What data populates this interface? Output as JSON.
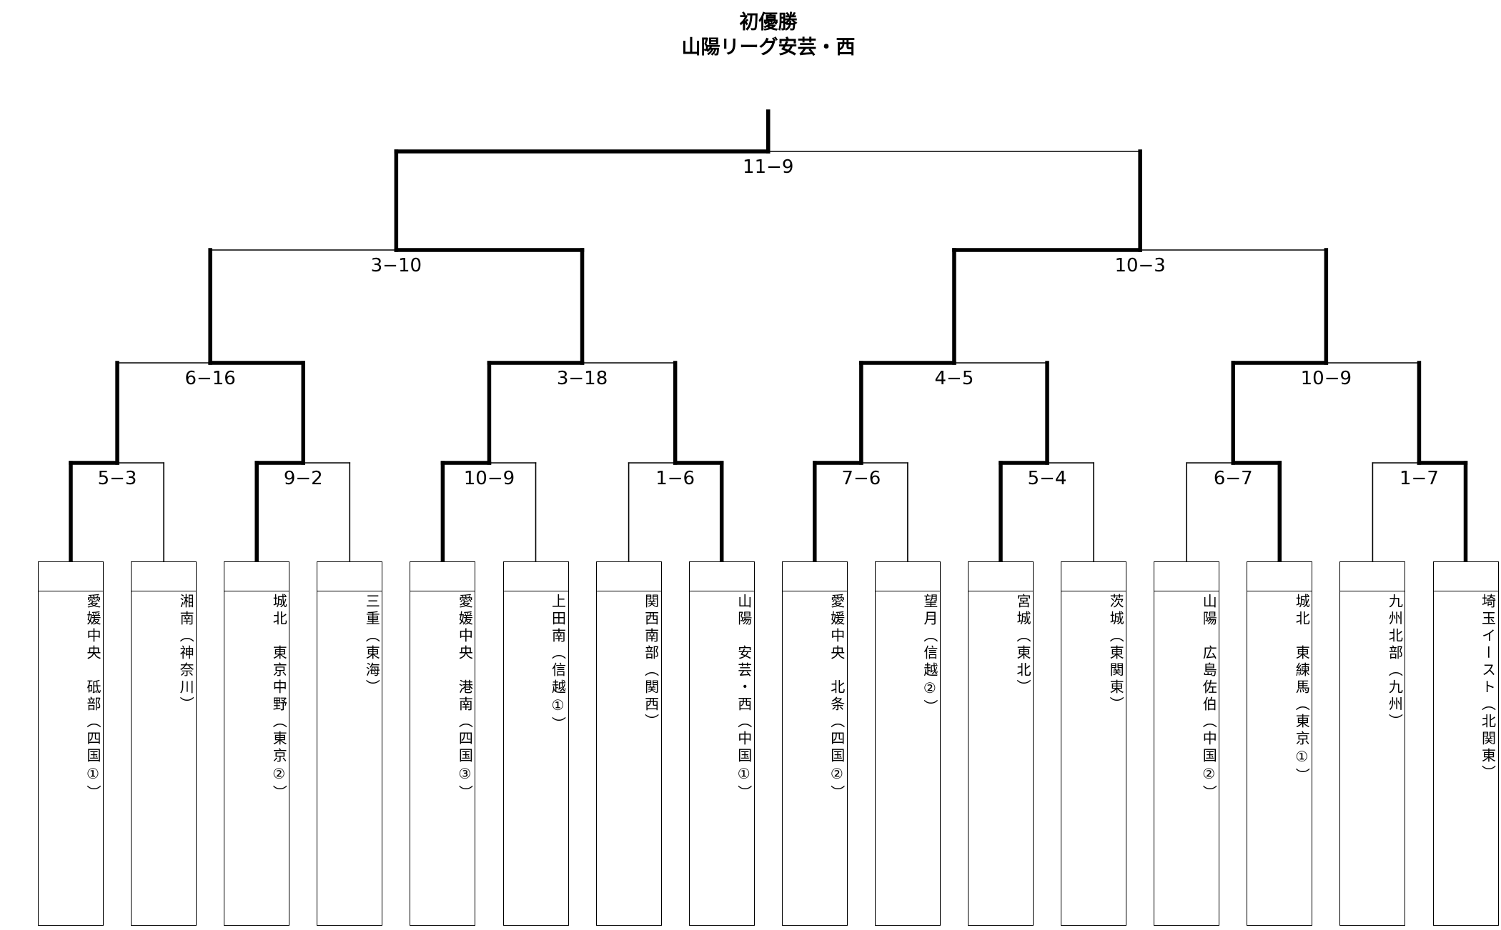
{
  "header": {
    "title": "初優勝",
    "winner": "山陽リーグ安芸・西"
  },
  "teams": [
    "愛媛中央　砥部（四国①）",
    "湘南（神奈川）",
    "城北　東京中野（東京②）",
    "三重（東海）",
    "愛媛中央　港南（四国③）",
    "上田南（信越①）",
    "関西南部（関西）",
    "山陽　安芸・西（中国①）",
    "愛媛中央　北条（四国②）",
    "望月（信越②）",
    "宮城（東北）",
    "茨城（東関東）",
    "山陽　広島佐伯（中国②）",
    "城北　東練馬（東京①）",
    "九州北部（九州）",
    "埼玉イースト（北関東）"
  ],
  "rounds": [
    [
      "5−3",
      "9−2",
      "10−9",
      "1−6",
      "7−6",
      "5−4",
      "6−7",
      "1−7"
    ],
    [
      "6−16",
      "3−18",
      "4−5",
      "10−9"
    ],
    [
      "3−10",
      "10−3"
    ],
    [
      "11−9"
    ]
  ],
  "winners": [
    [
      0,
      0,
      0,
      1,
      0,
      0,
      1,
      1
    ],
    [
      1,
      0,
      0,
      0
    ],
    [
      1,
      0
    ],
    [
      0
    ]
  ]
}
